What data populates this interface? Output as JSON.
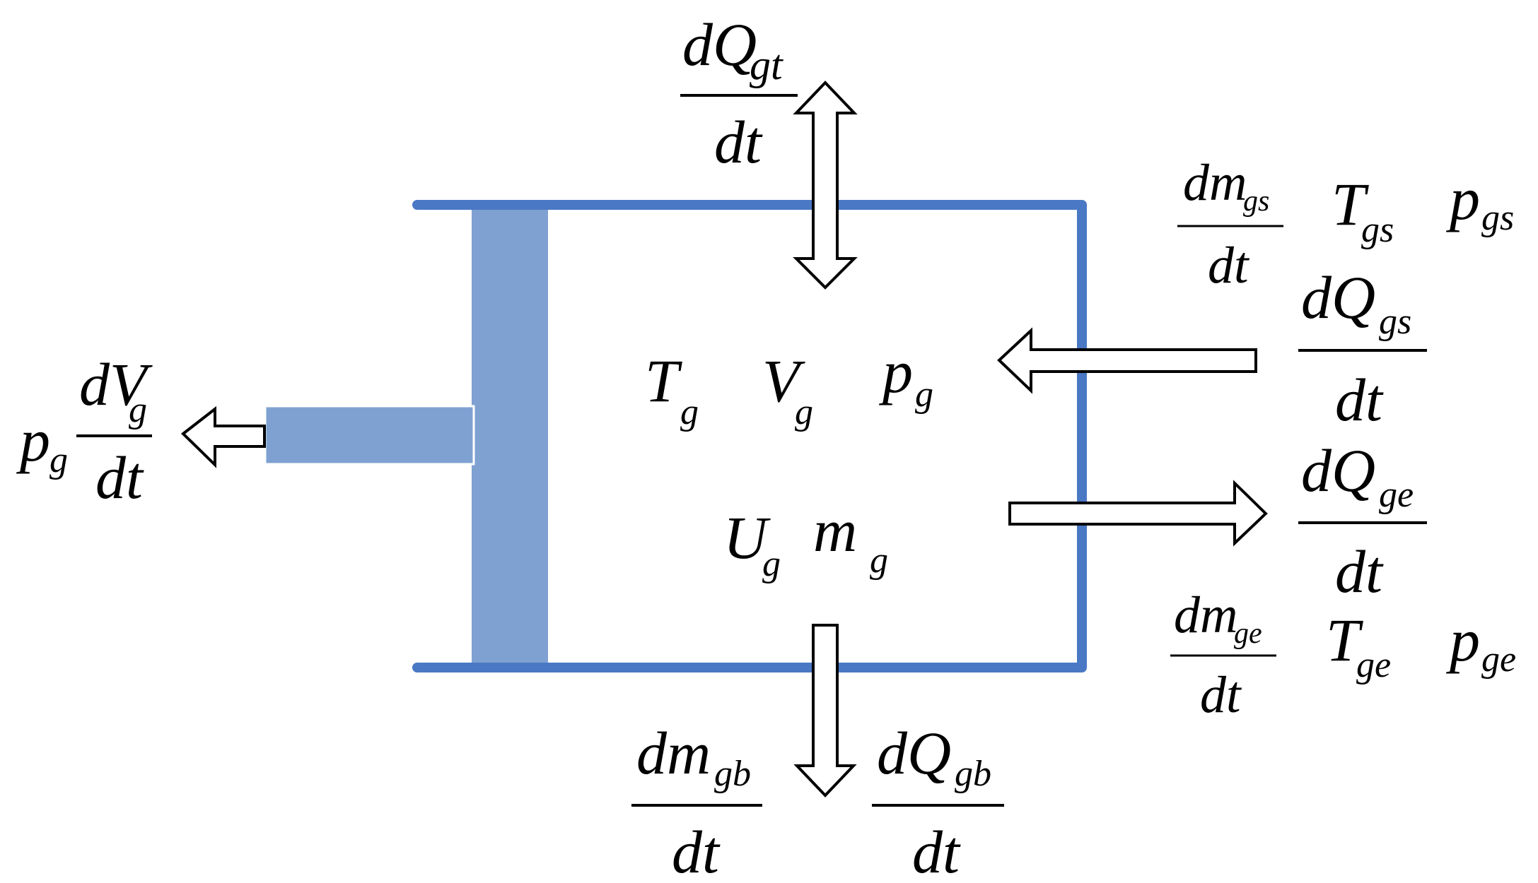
{
  "colors": {
    "cylinder_wall": "#4a78c4",
    "piston": "#7ea1d2",
    "arrow_stroke": "#000000",
    "arrow_fill": "#ffffff"
  },
  "labels": {
    "top_heat": {
      "num": "dQ",
      "sub": "gt",
      "den": "dt"
    },
    "state": {
      "T": "T",
      "T_sub": "g",
      "V": "V",
      "V_sub": "g",
      "p": "p",
      "p_sub": "g",
      "U": "U",
      "U_sub": "g",
      "m": "m",
      "m_sub": "g"
    },
    "work": {
      "p": "p",
      "p_sub": "g",
      "num": "dV",
      "num_sub": "g",
      "den": "dt"
    },
    "supply_mass": {
      "num": "dm",
      "sub": "gs",
      "den": "dt",
      "T": "T",
      "T_sub": "gs",
      "p": "p",
      "p_sub": "gs"
    },
    "supply_heat": {
      "num": "dQ",
      "sub": "gs",
      "den": "dt"
    },
    "exit_heat": {
      "num": "dQ",
      "sub": "ge",
      "den": "dt"
    },
    "exit_mass": {
      "num": "dm",
      "sub": "ge",
      "den": "dt",
      "T": "T",
      "T_sub": "ge",
      "p": "p",
      "p_sub": "ge"
    },
    "bottom_mass": {
      "num": "dm",
      "sub": "gb",
      "den": "dt"
    },
    "bottom_heat": {
      "num": "dQ",
      "sub": "gb",
      "den": "dt"
    }
  }
}
